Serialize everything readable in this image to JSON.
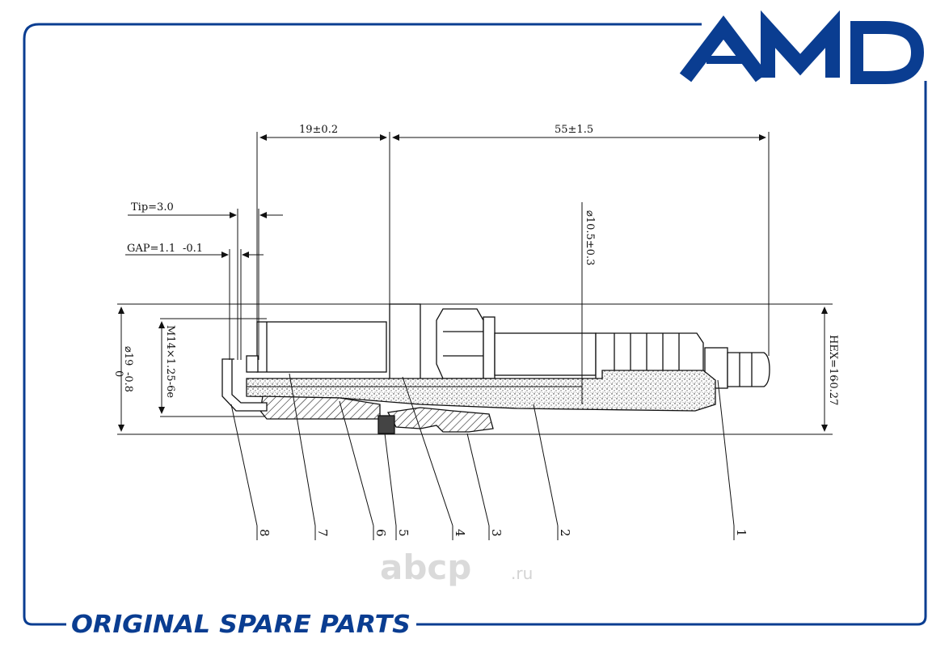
{
  "brand": {
    "logo_text": "AMD",
    "color": "#0a3d91"
  },
  "footer": {
    "text": "ORIGINAL SPARE PARTS"
  },
  "watermark": {
    "main": "abcp",
    "suffix": ".ru",
    "color": "#d7d7d7"
  },
  "dimensions": {
    "length_a": "19±0.2",
    "length_b": "55±1.5",
    "tip": "Tip=3.0",
    "gap": "GAP=1.1",
    "gap_tol": "-0.1",
    "insulator_dia": "⌀10.5±0.3",
    "thread": "M14×1.25-6e",
    "body_dia": "⌀19",
    "body_dia_tol_upper": "0",
    "body_dia_tol_lower": "-0.8",
    "hex": "HEX=16",
    "hex_tol": "-0.27"
  },
  "callouts": [
    "8",
    "7",
    "6",
    "5",
    "4",
    "3",
    "2",
    "1"
  ]
}
